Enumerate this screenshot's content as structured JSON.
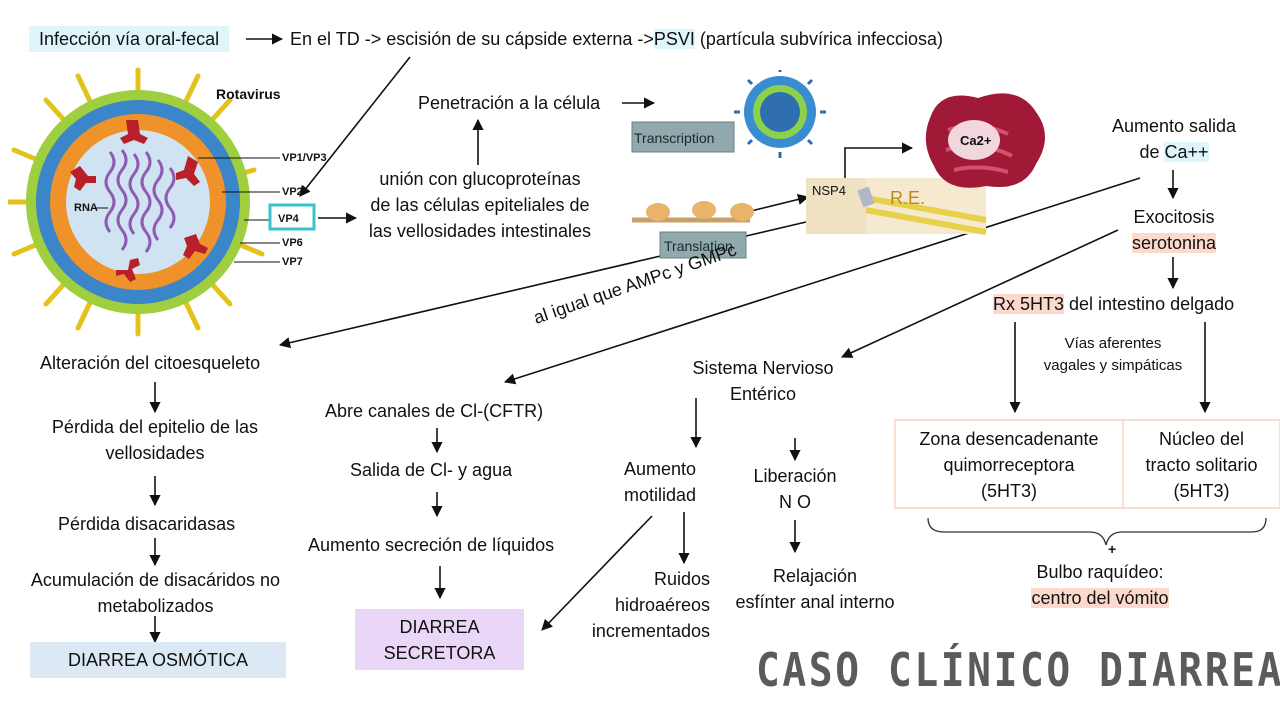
{
  "top": {
    "oral_fecal": "Infección vía oral-fecal",
    "td_prefix": "En el TD -> escisión de su cápside externa ->",
    "psvi": "PSVI",
    "psvi_desc": " (partícula subvírica infecciosa)"
  },
  "virus": {
    "title": "Rotavirus",
    "rna": "RNA",
    "vp1": "VP1/VP3",
    "vp2": "VP2",
    "vp4": "VP4",
    "vp6": "VP6",
    "vp7": "VP7"
  },
  "entry": {
    "penetration": "Penetración a la célula",
    "union": [
      "unión con glucoproteínas",
      "de las células epiteliales de",
      "las vellosidades intestinales"
    ]
  },
  "cell": {
    "transcription": "Transcription",
    "translation": "Translation",
    "nsp4": "NSP4",
    "re": "R.E.",
    "ca": "Ca2+"
  },
  "calcium": {
    "aumento_line1": "Aumento salida",
    "de": "de ",
    "ca": "Ca++",
    "exocitosis": "Exocitosis",
    "serotonina": "serotonina",
    "rx": "Rx 5HT3",
    "rx_rest": " del intestino delgado",
    "vias": [
      "Vías aferentes",
      "vagales y simpáticas"
    ],
    "zona": [
      "Zona desencadenante",
      "quimorreceptora",
      "(5HT3)"
    ],
    "nucleo": [
      "Núcleo del",
      "tracto solitario",
      "(5HT3)"
    ],
    "plus": "+",
    "bulbo": "Bulbo raquídeo:",
    "vomito": "centro del vómito"
  },
  "osmotic": {
    "alteracion": "Alteración del citoesqueleto",
    "perdida_epitelio": [
      "Pérdida del epitelio de las",
      "vellosidades"
    ],
    "perdida_disac": "Pérdida disacaridasas",
    "acumulacion": [
      "Acumulación de disacáridos no",
      "metabolizados"
    ],
    "result": "DIARREA OSMÓTICA"
  },
  "secretory": {
    "ampc": "al igual que AMPc y GMPc",
    "abre": "Abre canales de Cl-(CFTR)",
    "salida": "Salida de Cl- y agua",
    "aumento": "Aumento secreción de líquidos",
    "result": [
      "DIARREA",
      "SECRETORA"
    ]
  },
  "enteric": {
    "sne": [
      "Sistema Nervioso",
      "Entérico"
    ],
    "motilidad": [
      "Aumento",
      "motilidad"
    ],
    "liberacion": [
      "Liberación",
      "N O"
    ],
    "ruidos": [
      "Ruidos",
      "hidroaéreos",
      "incrementados"
    ],
    "relajacion": [
      "Relajación",
      "esfínter anal interno"
    ]
  },
  "footer": {
    "title": "CASO CLÍNICO DIARREA"
  },
  "colors": {
    "highlight_blue": "#dff4fb",
    "highlight_peach": "#fcd9cc",
    "osmotic_box": "#dce9f5",
    "secretory_box": "#ead6f7",
    "vp4_box": "#38c3c9",
    "footer_text": "#5b5b5b",
    "re_text": "#b58a1c"
  }
}
